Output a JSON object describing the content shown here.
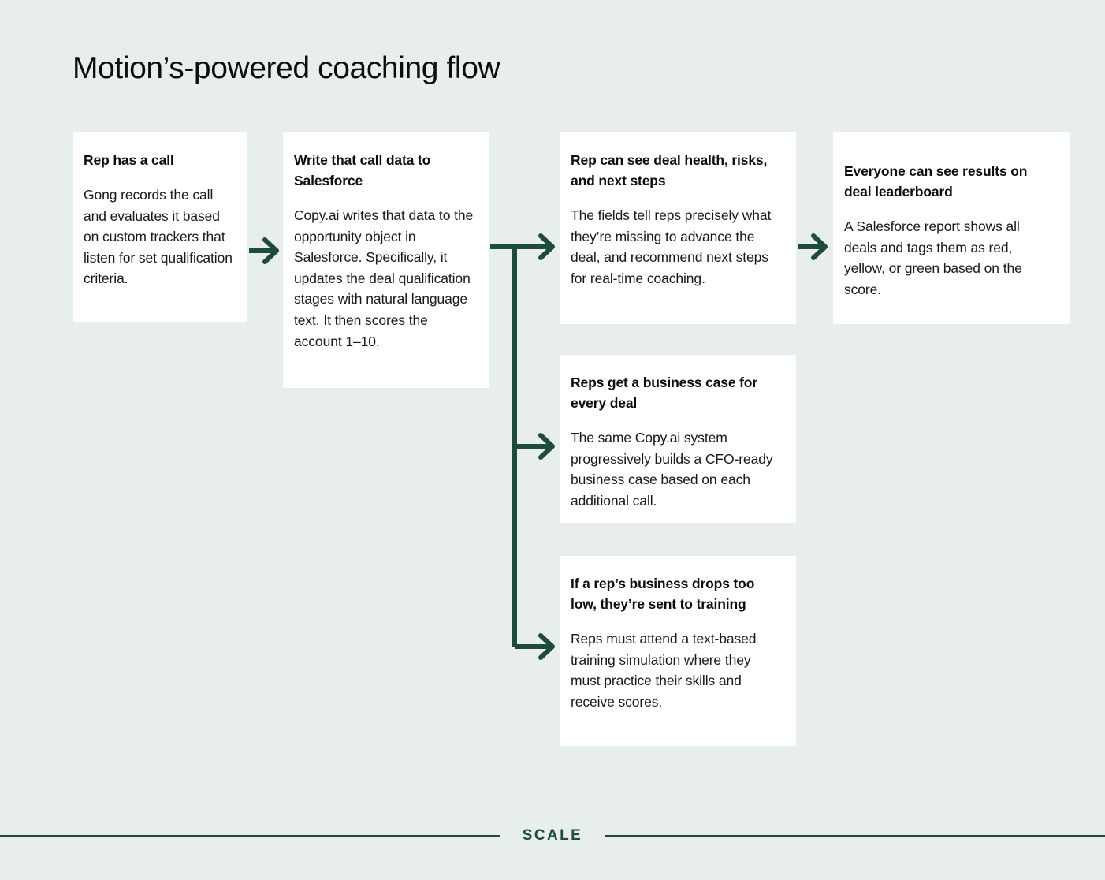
{
  "page": {
    "title": "Motion’s-powered coaching flow",
    "background_color": "#e8eeed",
    "card_color": "#ffffff",
    "accent_color": "#1e4b3e",
    "text_color": "#111111"
  },
  "diagram": {
    "type": "flowchart",
    "nodes": [
      {
        "id": "card-1",
        "title": "Rep has a call",
        "body": "Gong records the call and evaluates it based on custom trackers that listen for set qualification criteria."
      },
      {
        "id": "card-2",
        "title": "Write that call data to Salesforce",
        "body": "Copy.ai writes that data to the opportunity object in Salesforce. Specifically, it updates the deal qualification stages with natural language text. It then scores the account 1–10."
      },
      {
        "id": "card-3",
        "title": "Rep can see deal health, risks, and next steps",
        "body": "The fields tell reps precisely what they’re missing to advance the deal, and recommend next steps for real-time coaching."
      },
      {
        "id": "card-4",
        "title": "Everyone can see results on deal leaderboard",
        "body": "A Salesforce report shows all deals and tags them as red, yellow, or green based on the score."
      },
      {
        "id": "card-5",
        "title": "Reps get a business case for every deal",
        "body": "The same Copy.ai system progressively builds a CFO-ready business case based on each additional call."
      },
      {
        "id": "card-6",
        "title": "If a rep’s business drops too low, they’re sent to training",
        "body": "Reps must attend a text-based training simulation where they must practice their skills and receive scores."
      }
    ],
    "edges": [
      {
        "from": "card-1",
        "to": "card-2",
        "style": "straight-arrow"
      },
      {
        "from": "card-2",
        "to": "card-3",
        "style": "branch-arrow"
      },
      {
        "from": "card-2",
        "to": "card-5",
        "style": "branch-arrow"
      },
      {
        "from": "card-2",
        "to": "card-6",
        "style": "elbow-arrow"
      },
      {
        "from": "card-3",
        "to": "card-4",
        "style": "straight-arrow"
      }
    ]
  },
  "footer": {
    "logo": "SCALE"
  }
}
